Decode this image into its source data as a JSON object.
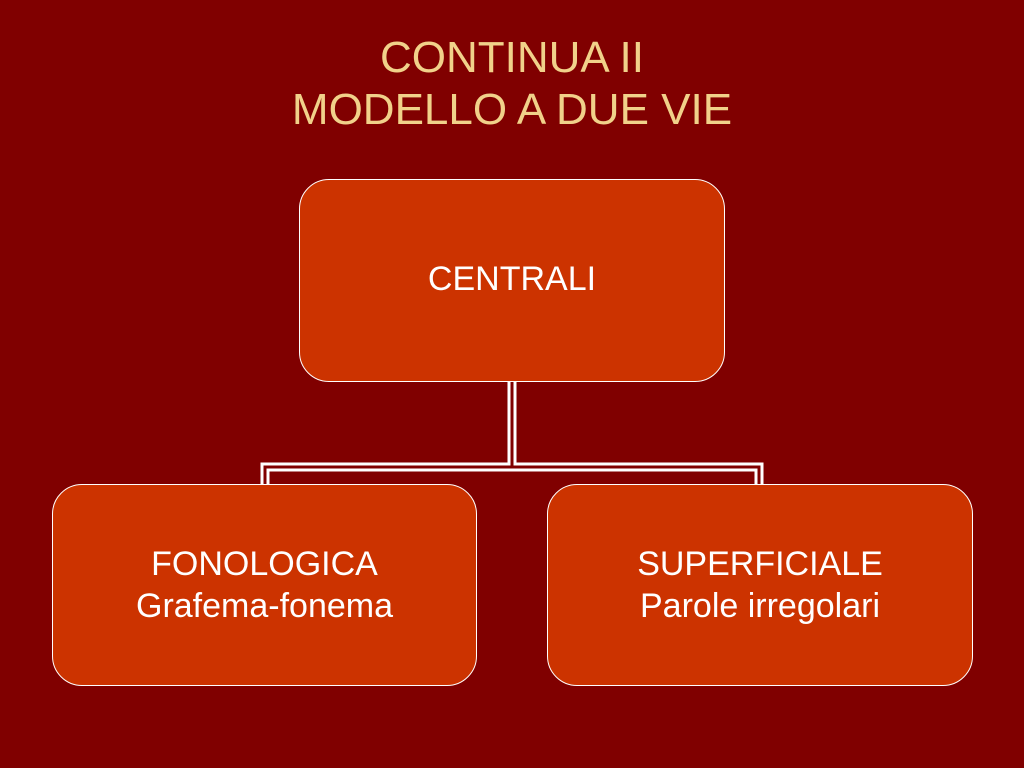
{
  "slide": {
    "title_line1": "CONTINUA II",
    "title_line2": "MODELLO A DUE VIE"
  },
  "diagram": {
    "root": {
      "label": "CENTRALI"
    },
    "children": [
      {
        "line1": "FONOLOGICA",
        "line2": "Grafema-fonema"
      },
      {
        "line1": "SUPERFICIALE",
        "line2": "Parole irregolari"
      }
    ]
  },
  "colors": {
    "background": "#800000",
    "title": "#f1d18a",
    "node_fill": "#cc3300",
    "node_text": "#ffffff",
    "connector": "#ffffff"
  }
}
